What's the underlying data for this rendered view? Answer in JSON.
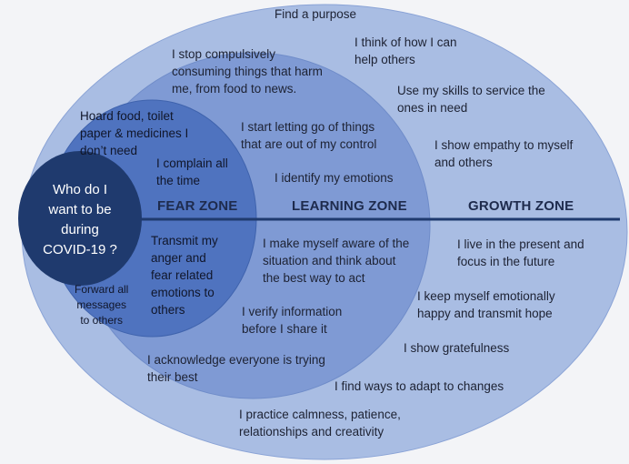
{
  "colors": {
    "background": "#f3f4f7",
    "growth_fill": "#a9bde3",
    "learning_fill": "#7f9ad4",
    "fear_fill": "#4f73bf",
    "core_fill": "#1f3a6e",
    "divider": "#1f3a6e"
  },
  "core": {
    "label_lines": [
      "Who do I",
      "want to be",
      "during",
      "COVID-19 ?"
    ]
  },
  "zones": {
    "fear": "FEAR ZONE",
    "learning": "LEARNING ZONE",
    "growth": "GROWTH ZONE"
  },
  "fear_zone": {
    "hoard_lines": [
      "Hoard food, toilet",
      "paper  & medicines I",
      "don’t need"
    ],
    "complain_lines": [
      "I complain all",
      "the time"
    ],
    "transmit_lines": [
      "Transmit my",
      "anger and",
      "fear related",
      "emotions to",
      "others"
    ],
    "forward_lines": [
      "Forward all",
      "messages",
      "to others"
    ]
  },
  "learning_zone": {
    "consuming_lines": [
      "I stop compulsively",
      "consuming things that harm",
      "me, from food to news."
    ],
    "letting_go_lines": [
      "I start letting go of things",
      "that are out of my control"
    ],
    "identify": "I identify my emotions",
    "aware_lines": [
      "I make myself aware of the",
      "situation and think about",
      "the best way to act"
    ],
    "verify_lines": [
      "I verify information",
      "before I share it"
    ],
    "acknowledge_lines": [
      "I acknowledge everyone is trying",
      "their best"
    ]
  },
  "growth_zone": {
    "purpose": "Find a purpose",
    "help_lines": [
      "I think of how I can",
      "help others"
    ],
    "skills_lines": [
      "Use my skills to service the",
      "ones in need"
    ],
    "empathy_lines": [
      "I show empathy to myself",
      "and others"
    ],
    "present_lines": [
      "I live in the present and",
      "focus in the future"
    ],
    "happy_lines": [
      "I keep myself emotionally",
      "happy and transmit hope"
    ],
    "gratefulness": "I show gratefulness",
    "adapt": "I find ways to adapt to changes",
    "calmness_lines": [
      "I practice calmness, patience,",
      "relationships and creativity"
    ]
  }
}
